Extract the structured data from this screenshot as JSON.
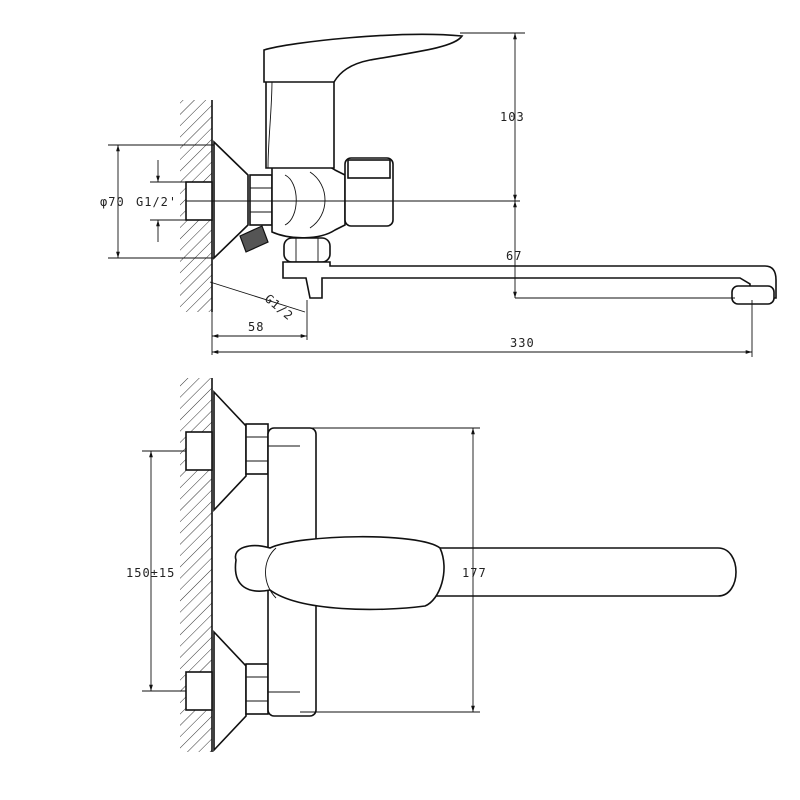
{
  "drawing": {
    "side_view": {
      "dim_height": "103",
      "dim_flange_dia": "φ70",
      "dim_inlet_thread": "G1/2'",
      "dim_hose_thread": "G1/2",
      "dim_spout_drop": "67",
      "dim_wall_offset": "58",
      "dim_total_reach": "330"
    },
    "top_view": {
      "dim_center_distance": "150±15",
      "dim_spout_length": "177"
    }
  }
}
